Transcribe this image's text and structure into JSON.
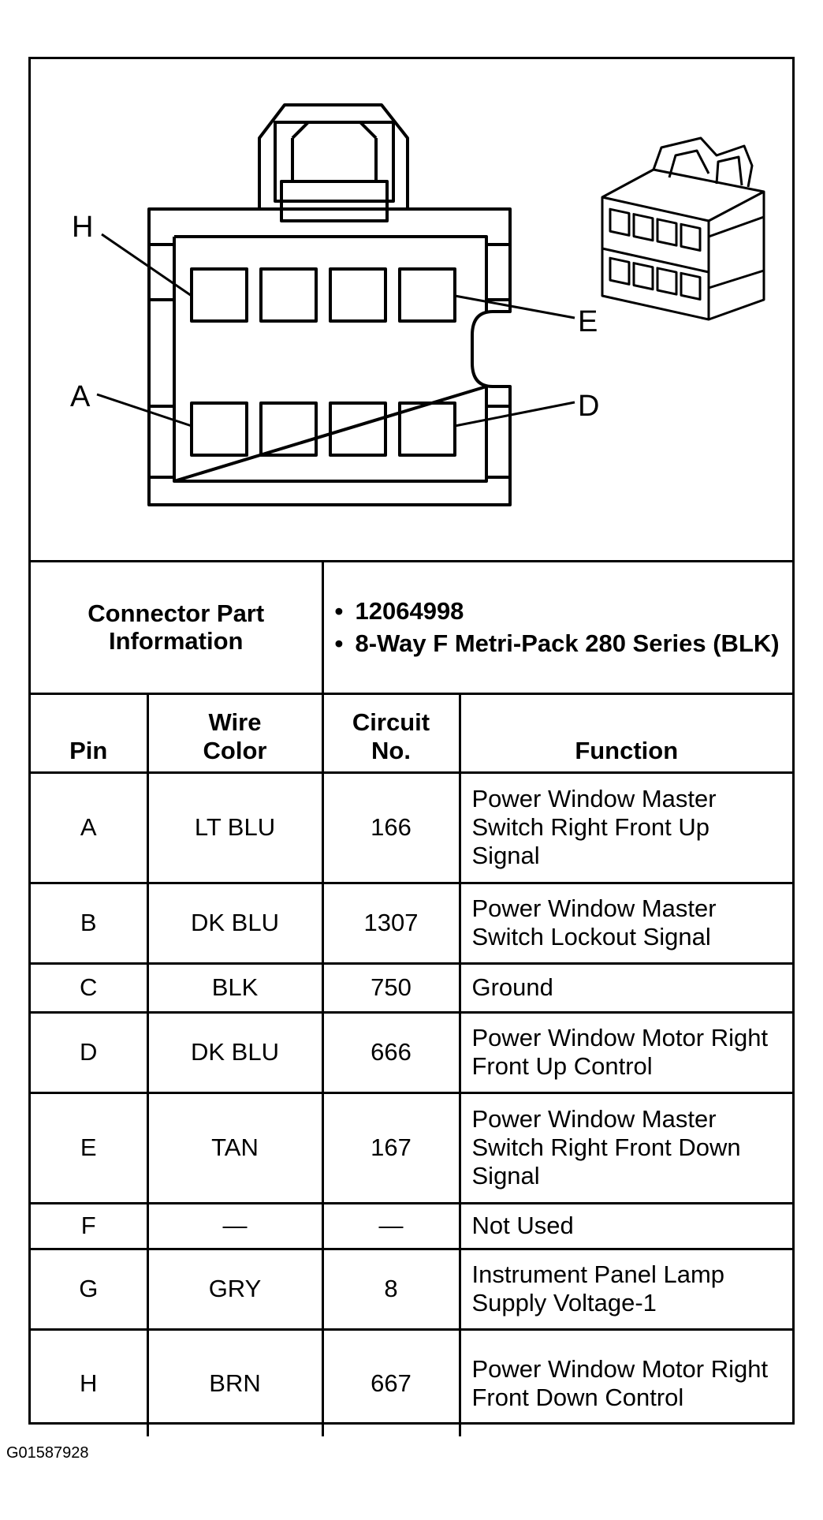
{
  "connector": {
    "pin_callouts": [
      "H",
      "E",
      "A",
      "D"
    ]
  },
  "part_info": {
    "label": "Connector Part Information",
    "items": [
      "12064998",
      "8-Way F Metri-Pack 280 Series (BLK)"
    ]
  },
  "table": {
    "headers": {
      "pin": "Pin",
      "wire_color": "Wire Color",
      "circuit_no": "Circuit No.",
      "function": "Function"
    },
    "rows": [
      {
        "pin": "A",
        "wire_color": "LT BLU",
        "circuit": "166",
        "function": "Power Window Master Switch Right Front Up Signal"
      },
      {
        "pin": "B",
        "wire_color": "DK BLU",
        "circuit": "1307",
        "function": "Power Window Master Switch Lockout Signal"
      },
      {
        "pin": "C",
        "wire_color": "BLK",
        "circuit": "750",
        "function": "Ground"
      },
      {
        "pin": "D",
        "wire_color": "DK BLU",
        "circuit": "666",
        "function": "Power Window Motor Right Front Up Control"
      },
      {
        "pin": "E",
        "wire_color": "TAN",
        "circuit": "167",
        "function": "Power Window Master Switch Right Front Down Signal"
      },
      {
        "pin": "F",
        "wire_color": "—",
        "circuit": "—",
        "function": "Not Used"
      },
      {
        "pin": "G",
        "wire_color": "GRY",
        "circuit": "8",
        "function": "Instrument Panel Lamp Supply Voltage-1"
      },
      {
        "pin": "H",
        "wire_color": "BRN",
        "circuit": "667",
        "function": "Power Window Motor Right Front Down Control"
      }
    ]
  },
  "figure_id": "G01587928"
}
